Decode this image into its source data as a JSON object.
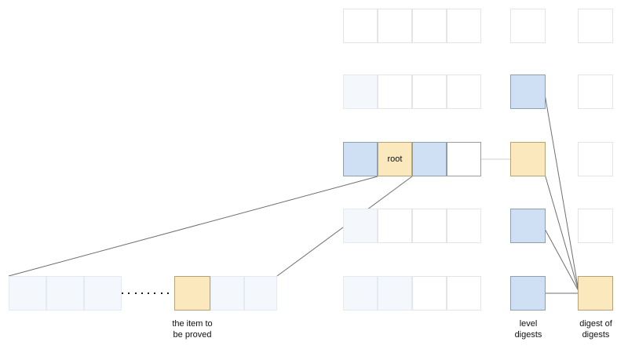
{
  "diagram": {
    "title": "merkle level digest proof diagram",
    "colors": {
      "blue_fill": "#cfe0f5",
      "blue_stroke": "#8f9fb3",
      "orange_fill": "#fce8bd",
      "orange_stroke": "#b6a277",
      "tint_fill": "#f4f8fd",
      "neutral_stroke": "#d9d9d9",
      "line_stroke": "#6f6f6f",
      "connector_stroke": "#cfcfcf",
      "text": "#111111"
    },
    "root_label": "root",
    "captions": {
      "item_to_be_proved": "the item to\nbe proved",
      "level_digests": "level\ndigests",
      "digest_of_digests": "digest of\ndigests"
    },
    "ellipsis_dot_count": 8,
    "rows": [
      {
        "name": "row-1",
        "cells": [
          {
            "style": "faint"
          },
          {
            "style": "faint"
          },
          {
            "style": "faint"
          },
          {
            "style": "faint"
          }
        ],
        "level_digest": {
          "style": "faint"
        },
        "far_box": {
          "style": "faint"
        }
      },
      {
        "name": "row-2",
        "cells": [
          {
            "style": "tint"
          },
          {
            "style": "faint"
          },
          {
            "style": "faint"
          },
          {
            "style": "faint"
          }
        ],
        "level_digest": {
          "style": "blue"
        },
        "far_box": {
          "style": "faint"
        }
      },
      {
        "name": "row-3-root",
        "cells": [
          {
            "style": "blue"
          },
          {
            "style": "orange",
            "label": "root"
          },
          {
            "style": "blue"
          },
          {
            "style": "plain"
          }
        ],
        "level_digest": {
          "style": "orange"
        },
        "far_box": {
          "style": "faint"
        }
      },
      {
        "name": "row-4",
        "cells": [
          {
            "style": "tint"
          },
          {
            "style": "faint"
          },
          {
            "style": "faint"
          },
          {
            "style": "faint"
          }
        ],
        "level_digest": {
          "style": "blue"
        },
        "far_box": {
          "style": "faint"
        }
      },
      {
        "name": "row-5",
        "cells": [
          {
            "style": "tint"
          },
          {
            "style": "tint"
          },
          {
            "style": "faint"
          },
          {
            "style": "faint"
          }
        ],
        "level_digest": {
          "style": "blue"
        },
        "far_box": {
          "style": "orange"
        }
      }
    ],
    "bottom_row": {
      "name": "bottom-item-row",
      "left_cells": [
        {
          "style": "tint"
        },
        {
          "style": "tint"
        },
        {
          "style": "tint"
        }
      ],
      "right_cells": [
        {
          "style": "orange",
          "marked": true
        },
        {
          "style": "tint"
        },
        {
          "style": "tint"
        }
      ]
    }
  }
}
